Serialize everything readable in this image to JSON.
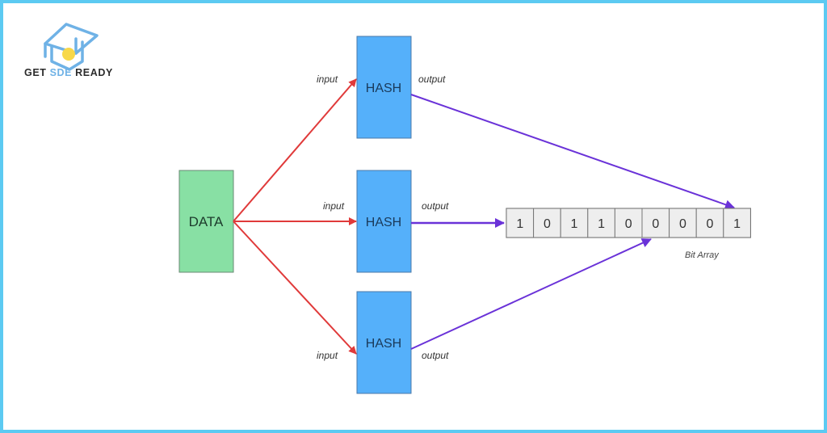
{
  "brand": {
    "name_part1": "GET",
    "name_part2": "SDE",
    "name_part3": "READY",
    "icon": "graduation-cap-logo-icon",
    "accent_color": "#6fb2e6",
    "frame_color": "#5ccaf2"
  },
  "diagram": {
    "data_node": {
      "label": "DATA",
      "color": "#88e0a4"
    },
    "hash_nodes": [
      {
        "label": "HASH",
        "input_label": "input",
        "output_label": "output",
        "target_bit_index": 8
      },
      {
        "label": "HASH",
        "input_label": "input",
        "output_label": "output",
        "target_bit_index": 0
      },
      {
        "label": "HASH",
        "input_label": "input",
        "output_label": "output",
        "target_bit_index": 5
      }
    ],
    "hash_color": "#55b0fa",
    "input_arrow_color": "#e03a3a",
    "output_arrow_color": "#6a32d8",
    "bit_array": {
      "caption": "Bit Array",
      "bits": [
        "1",
        "0",
        "1",
        "1",
        "0",
        "0",
        "0",
        "0",
        "1"
      ]
    }
  }
}
